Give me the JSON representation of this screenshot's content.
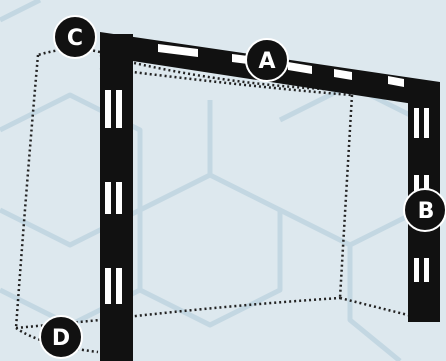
{
  "colors": {
    "background": "#dde8ee",
    "hex_pattern": "#c3d7e2",
    "post": "#111111",
    "stripe": "#ffffff",
    "net": "#222222",
    "label_bg": "#111111",
    "label_text": "#ffffff"
  },
  "labels": {
    "a": "A",
    "b": "B",
    "c": "C",
    "d": "D"
  }
}
